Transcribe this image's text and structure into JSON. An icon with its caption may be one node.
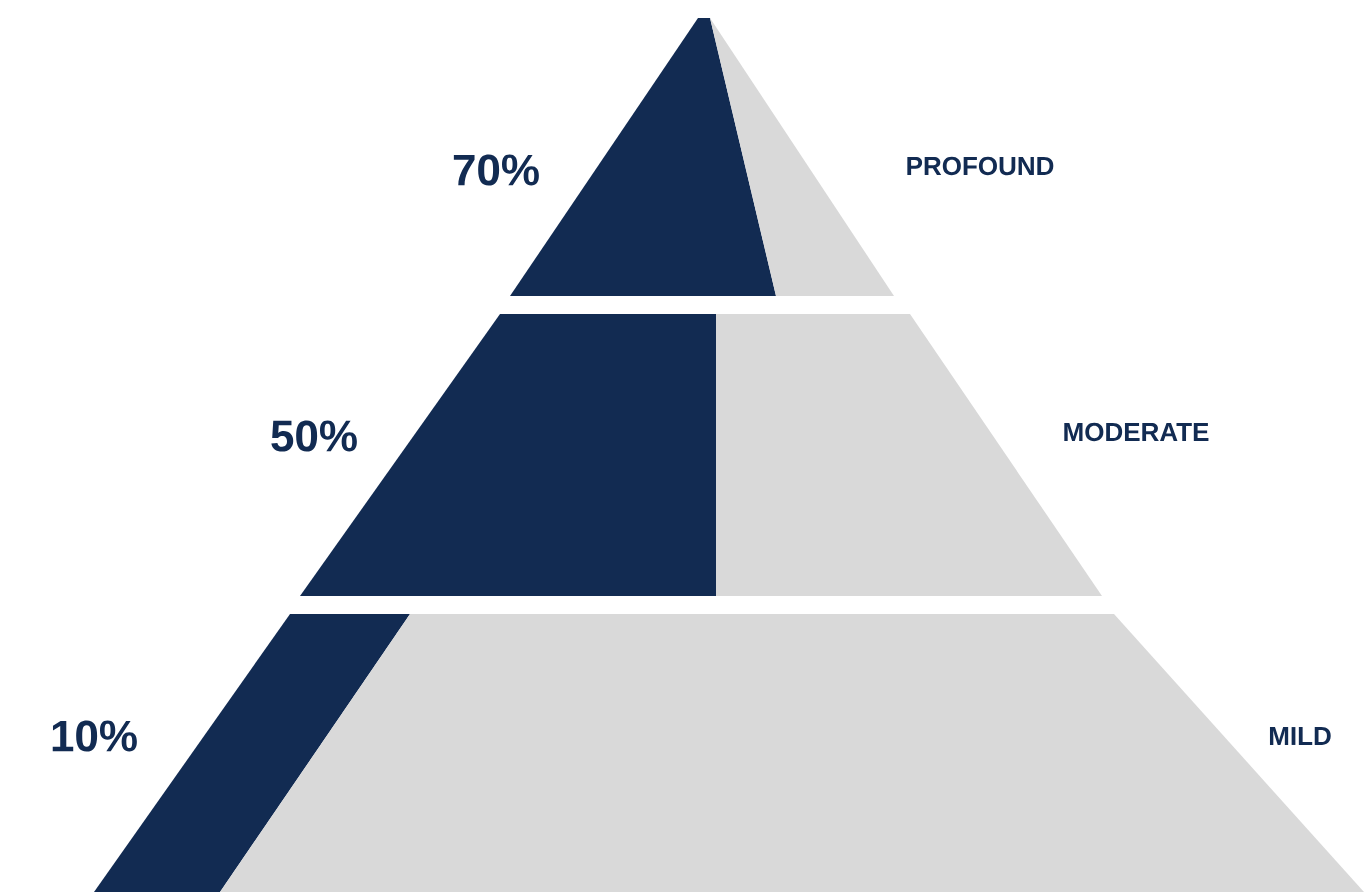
{
  "diagram": {
    "nodes": [
      {
        "text": [
          "PROFOUND"
        ],
        "beside": [
          "70%"
        ]
      },
      {
        "text": [
          "MODERATE"
        ],
        "beside": [
          "50%"
        ]
      },
      {
        "text": [
          "MILD"
        ],
        "beside": [
          "10%"
        ]
      }
    ]
  }
}
